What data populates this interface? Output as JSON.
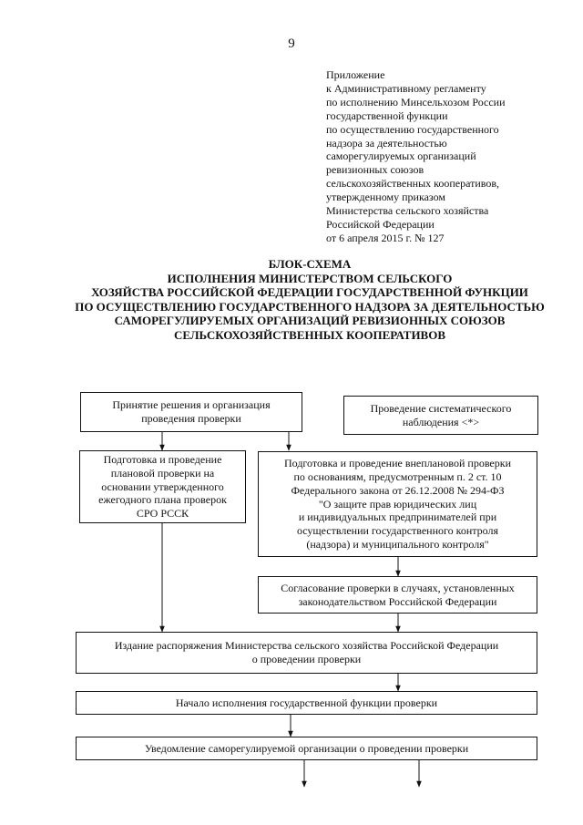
{
  "page_number": "9",
  "approval": [
    "Приложение",
    "к Административному регламенту",
    "по исполнению Минсельхозом России",
    "государственной функции",
    "по осуществлению государственного",
    "надзора за деятельностью",
    "саморегулируемых организаций",
    "ревизионных союзов",
    "сельскохозяйственных кооперативов,",
    "утвержденному приказом",
    "Министерства сельского хозяйства",
    "Российской Федерации",
    "от 6 апреля 2015 г. № 127"
  ],
  "title": [
    "БЛОК-СХЕМА",
    "ИСПОЛНЕНИЯ МИНИСТЕРСТВОМ СЕЛЬСКОГО",
    "ХОЗЯЙСТВА РОССИЙСКОЙ ФЕДЕРАЦИИ ГОСУДАРСТВЕННОЙ ФУНКЦИИ",
    "ПО ОСУЩЕСТВЛЕНИЮ ГОСУДАРСТВЕННОГО НАДЗОРА ЗА ДЕЯТЕЛЬНОСТЬЮ",
    "САМОРЕГУЛИРУЕМЫХ ОРГАНИЗАЦИЙ РЕВИЗИОННЫХ СОЮЗОВ",
    "СЕЛЬСКОХОЗЯЙСТВЕННЫХ КООПЕРАТИВОВ"
  ],
  "flow": {
    "decision": [
      "Принятие решения и организация",
      "проведения проверки"
    ],
    "observation": [
      "Проведение систематического",
      "наблюдения <*>"
    ],
    "planned": [
      "Подготовка и проведение",
      "плановой проверки на",
      "основании утвержденного",
      "ежегодного плана проверок",
      "СРО РССК"
    ],
    "unplanned": [
      "Подготовка и проведение внеплановой проверки",
      "по основаниям, предусмотренным п. 2 ст. 10",
      "Федерального закона от 26.12.2008 № 294-ФЗ",
      "\"О защите прав юридических лиц",
      "и индивидуальных предпринимателей при",
      "осуществлении государственного контроля",
      "(надзора) и муниципального контроля\""
    ],
    "agreement": [
      "Согласование проверки в случаях, установленных",
      "законодательством Российской Федерации"
    ],
    "order": [
      "Издание распоряжения Министерства сельского хозяйства Российской Федерации",
      "о проведении проверки"
    ],
    "start": [
      "Начало исполнения государственной функции проверки"
    ],
    "notification": [
      "Уведомление саморегулируемой организации о проведении проверки"
    ]
  }
}
